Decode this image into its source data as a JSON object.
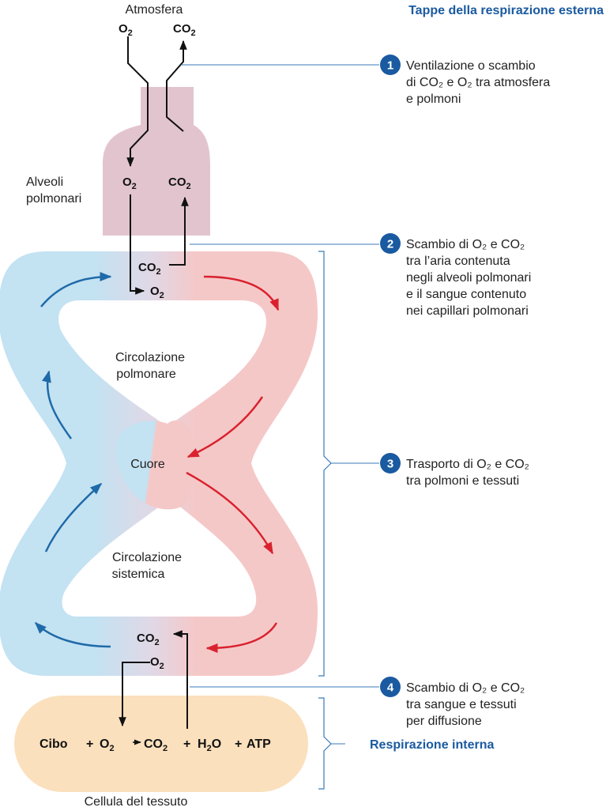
{
  "labels": {
    "atmosphere": "Atmosfera",
    "alveoli_line1": "Alveoli",
    "alveoli_line2": "polmonari",
    "pulmonary_circ_line1": "Circolazione",
    "pulmonary_circ_line2": "polmonare",
    "heart": "Cuore",
    "systemic_circ_line1": "Circolazione",
    "systemic_circ_line2": "sistemica",
    "tissue_cell": "Cellula del tessuto"
  },
  "gases": {
    "o2": {
      "base": "O",
      "sub": "2"
    },
    "co2": {
      "base": "CO",
      "sub": "2"
    },
    "h2o": {
      "base": "H",
      "sub": "2",
      "tail": "O"
    }
  },
  "equation": {
    "food": "Cibo",
    "plus1": "+",
    "arrow": "→",
    "plus2": "+",
    "plus3": "+",
    "atp": "ATP"
  },
  "header": {
    "external_title": "Tappe della respirazione esterna"
  },
  "steps": [
    {
      "number": "1",
      "lines": [
        "Ventilazione o scambio",
        "di CO₂ e O₂ tra atmosfera",
        "e polmoni"
      ]
    },
    {
      "number": "2",
      "lines": [
        "Scambio di O₂ e CO₂",
        "tra l’aria contenuta",
        "negli alveoli polmonari",
        "e il sangue contenuto",
        "nei capillari polmonari"
      ]
    },
    {
      "number": "3",
      "lines": [
        "Trasporto di O₂ e CO₂",
        "tra polmoni e tessuti"
      ]
    },
    {
      "number": "4",
      "lines": [
        "Scambio di O₂ e CO₂",
        "tra sangue e tessuti",
        "per diffusione"
      ]
    }
  ],
  "internal_label": "Respirazione interna",
  "colors": {
    "venous_blue": "#c3e2f2",
    "arterial_red": "#f5c8c8",
    "alveoli_fill": "#e2c4cf",
    "cell_fill": "#fbe0bd",
    "blue_arrow": "#1f6aa8",
    "red_arrow": "#d9222e",
    "step_badge": "#1a5aa0",
    "leader_line": "#3a7ab8"
  }
}
